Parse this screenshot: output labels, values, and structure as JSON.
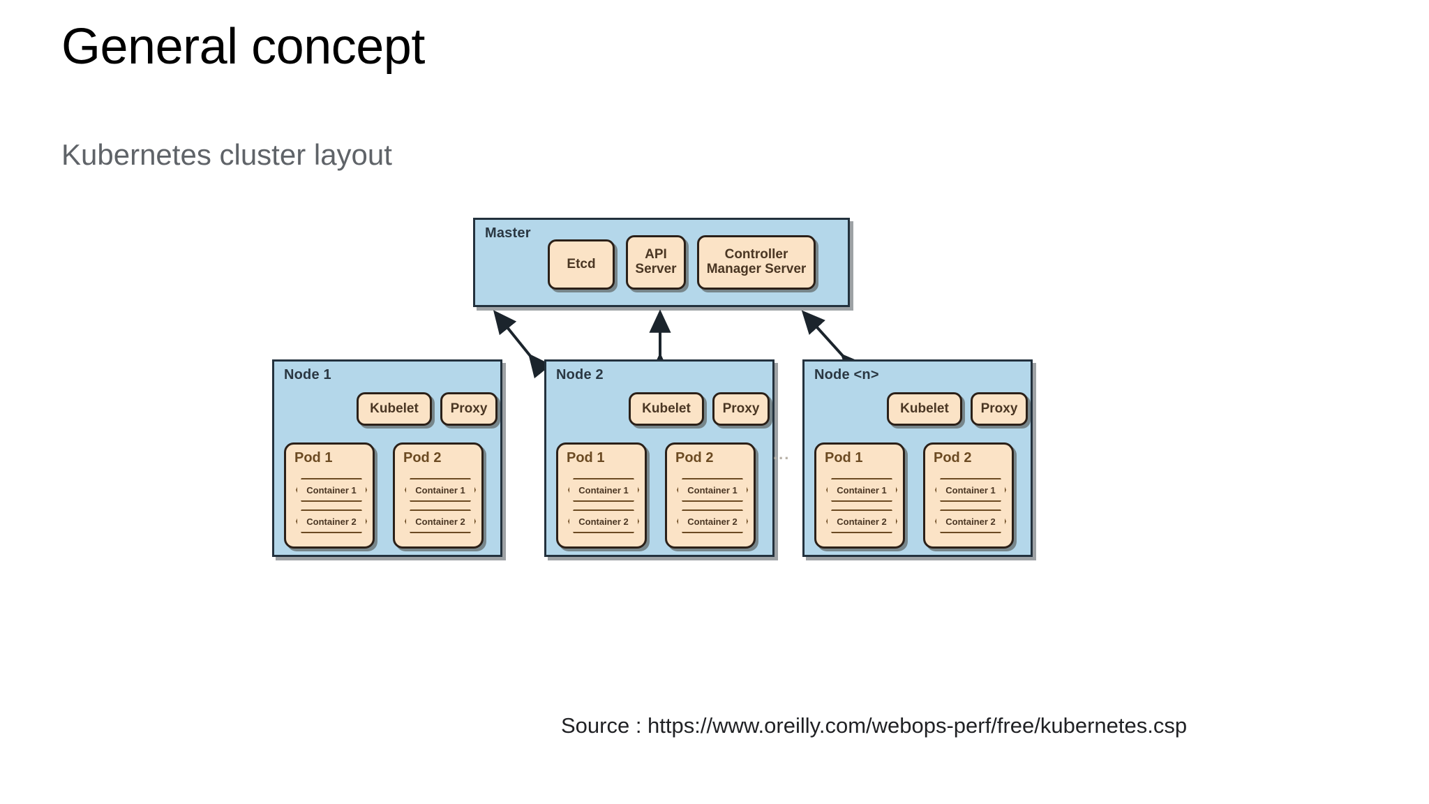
{
  "slide": {
    "title": "General concept",
    "subtitle": "Kubernetes cluster layout",
    "source": "Source : https://www.oreilly.com/webops-perf/free/kubernetes.csp",
    "ellipsis": "..."
  },
  "colors": {
    "background": "#ffffff",
    "title_text": "#000000",
    "subtitle_text": "#5f6368",
    "node_fill": "#b4d7ea",
    "node_border": "#23313d",
    "component_fill": "#fbe3c6",
    "component_border": "#2b2018",
    "component_text": "#4a3623",
    "pod_label_text": "#6b4a22",
    "source_text": "#202124"
  },
  "diagram": {
    "master": {
      "label": "Master",
      "components": [
        {
          "name": "Etcd"
        },
        {
          "name": "API Server"
        },
        {
          "name": "Controller Manager Server"
        }
      ]
    },
    "nodes": [
      {
        "label": "Node 1",
        "agents": [
          {
            "name": "Kubelet"
          },
          {
            "name": "Proxy"
          }
        ],
        "pods": [
          {
            "label": "Pod 1",
            "containers": [
              "Container 1",
              "Container 2"
            ]
          },
          {
            "label": "Pod 2",
            "containers": [
              "Container 1",
              "Container 2"
            ]
          }
        ]
      },
      {
        "label": "Node 2",
        "agents": [
          {
            "name": "Kubelet"
          },
          {
            "name": "Proxy"
          }
        ],
        "pods": [
          {
            "label": "Pod 1",
            "containers": [
              "Container 1",
              "Container 2"
            ]
          },
          {
            "label": "Pod 2",
            "containers": [
              "Container 1",
              "Container 2"
            ]
          }
        ]
      },
      {
        "label": "Node <n>",
        "agents": [
          {
            "name": "Kubelet"
          },
          {
            "name": "Proxy"
          }
        ],
        "pods": [
          {
            "label": "Pod 1",
            "containers": [
              "Container 1",
              "Container 2"
            ]
          },
          {
            "label": "Pod 2",
            "containers": [
              "Container 1",
              "Container 2"
            ]
          }
        ]
      }
    ],
    "connections": [
      {
        "from": "Master",
        "to": "Node 1",
        "style": "double-headed-arrow"
      },
      {
        "from": "Master",
        "to": "Node 2",
        "style": "double-headed-arrow"
      },
      {
        "from": "Master",
        "to": "Node <n>",
        "style": "double-headed-arrow"
      }
    ]
  }
}
